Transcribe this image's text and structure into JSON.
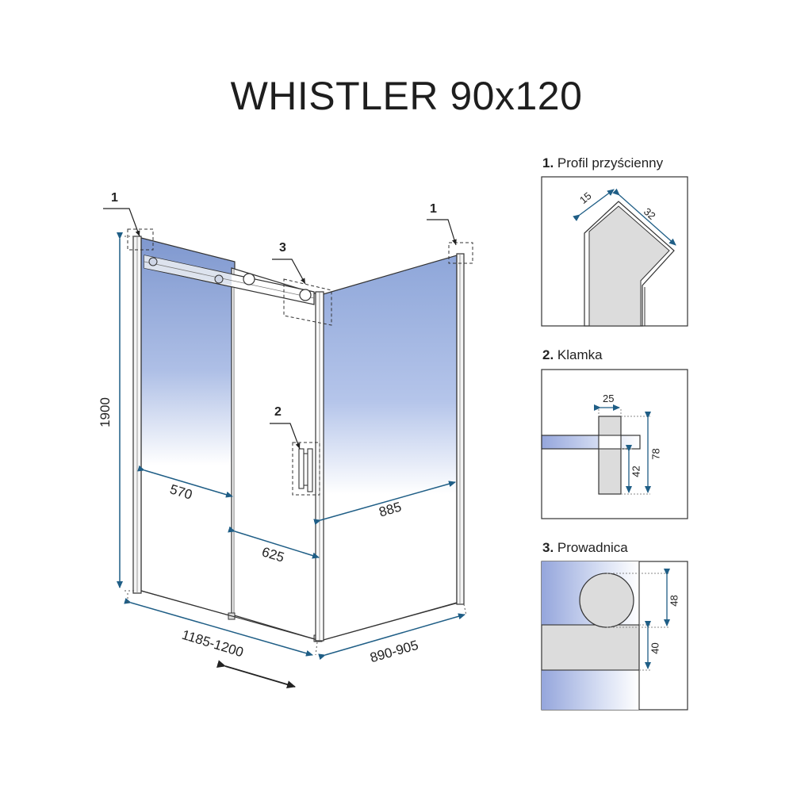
{
  "title": "WHISTLER 90x120",
  "main_diagram": {
    "callouts": {
      "profile_left": "1",
      "profile_right": "1",
      "guide": "3",
      "handle": "2"
    },
    "dimensions": {
      "height": "1900",
      "fixed_left": "570",
      "door": "625",
      "side_panel": "885",
      "front_width": "1185-1200",
      "side_width": "890-905"
    }
  },
  "details": [
    {
      "number": "1.",
      "name": "Profil przyścienny",
      "dims": [
        "15",
        "32"
      ]
    },
    {
      "number": "2.",
      "name": "Klamka",
      "dims": [
        "25",
        "42",
        "78"
      ]
    },
    {
      "number": "3.",
      "name": "Prowadnica",
      "dims": [
        "48",
        "40"
      ]
    }
  ],
  "colors": {
    "dimension_line": "#1f5e86",
    "glass_top": "#8fa8d8",
    "frame": "#333333"
  }
}
